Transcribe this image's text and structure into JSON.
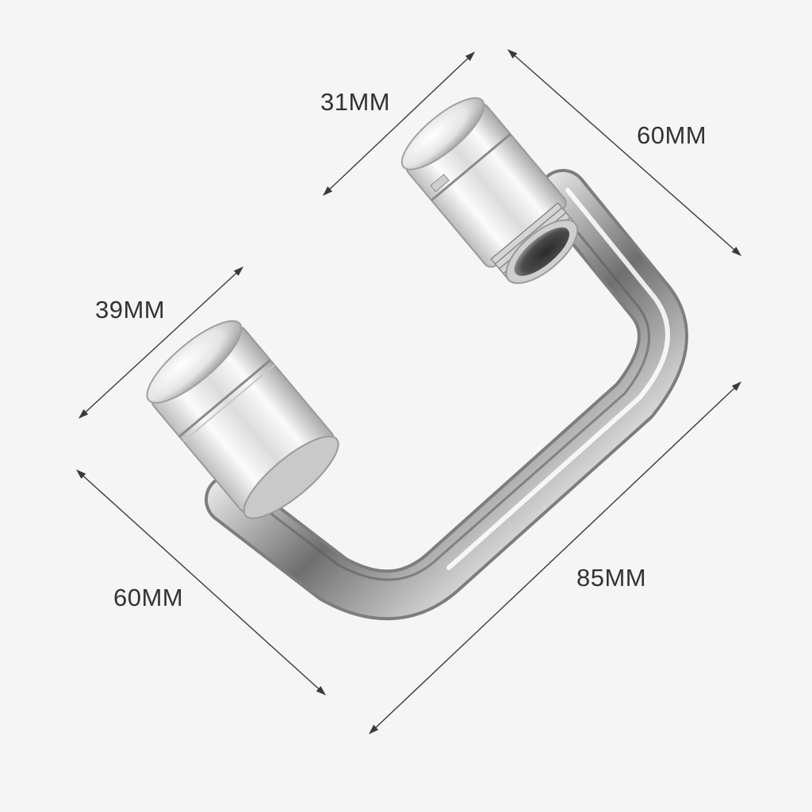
{
  "image": {
    "subject": "swivel-faucet-aerator-photo",
    "background_color": "#f5f5f5",
    "line_color": "#3a3a3a",
    "label_color": "#333333"
  },
  "dimensions": {
    "top_diameter": "31MM",
    "top_length": "60MM",
    "left_diameter": "39MM",
    "left_length": "60MM",
    "total_length": "85MM"
  }
}
